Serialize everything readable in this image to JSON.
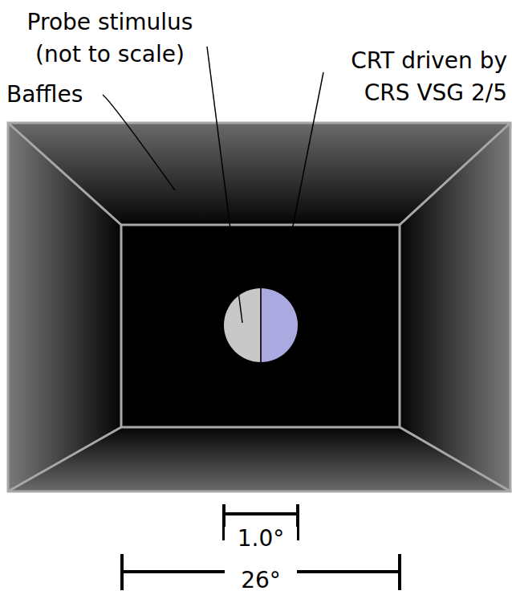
{
  "diagram": {
    "labels": [
      "Probe stimulus (not to scale)",
      "CRT driven by CRS VSG 2/5",
      "Baffles",
      "1.0°",
      "26°"
    ]
  }
}
